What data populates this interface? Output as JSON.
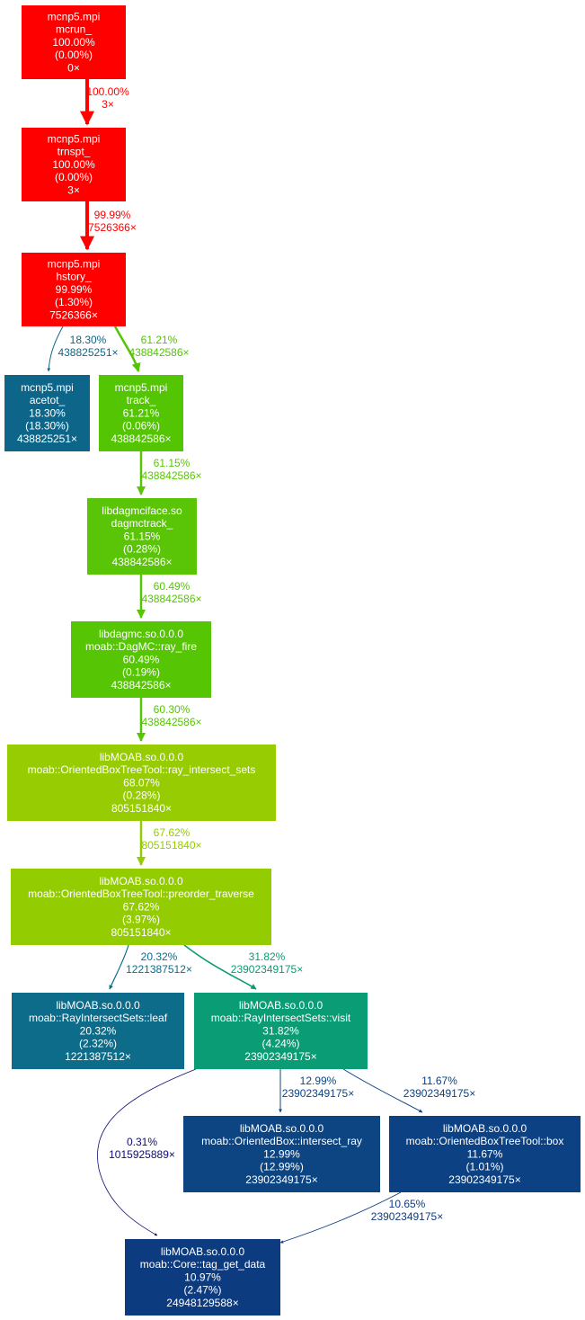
{
  "nodes": [
    {
      "id": "n_mcrun",
      "color": "#ff0000",
      "lines": [
        "mcnp5.mpi",
        "mcrun_",
        "100.00%",
        "(0.00%)",
        "0×"
      ]
    },
    {
      "id": "n_trnspt",
      "color": "#ff0000",
      "lines": [
        "mcnp5.mpi",
        "trnspt_",
        "100.00%",
        "(0.00%)",
        "3×"
      ]
    },
    {
      "id": "n_hstory",
      "color": "#ff0000",
      "lines": [
        "mcnp5.mpi",
        "hstory_",
        "99.99%",
        "(1.30%)",
        "7526366×"
      ]
    },
    {
      "id": "n_acetot",
      "color": "#0d6689",
      "lines": [
        "mcnp5.mpi",
        "acetot_",
        "18.30%",
        "(18.30%)",
        "438825251×"
      ]
    },
    {
      "id": "n_track",
      "color": "#53c503",
      "lines": [
        "mcnp5.mpi",
        "track_",
        "61.21%",
        "(0.06%)",
        "438842586×"
      ]
    },
    {
      "id": "n_dagmctrack",
      "color": "#5ac506",
      "lines": [
        "libdagmciface.so",
        "dagmctrack_",
        "61.15%",
        "(0.28%)",
        "438842586×"
      ]
    },
    {
      "id": "n_rayfire",
      "color": "#56c504",
      "lines": [
        "libdagmc.so.0.0.0",
        "moab::DagMC::ray_fire",
        "60.49%",
        "(0.19%)",
        "438842586×"
      ]
    },
    {
      "id": "n_rayisect",
      "color": "#96cc01",
      "lines": [
        "libMOAB.so.0.0.0",
        "moab::OrientedBoxTreeTool::ray_intersect_sets",
        "68.07%",
        "(0.28%)",
        "805151840×"
      ]
    },
    {
      "id": "n_preorder",
      "color": "#94cc02",
      "lines": [
        "libMOAB.so.0.0.0",
        "moab::OrientedBoxTreeTool::preorder_traverse",
        "67.62%",
        "(3.97%)",
        "805151840×"
      ]
    },
    {
      "id": "n_leaf",
      "color": "#0d6c89",
      "lines": [
        "libMOAB.so.0.0.0",
        "moab::RayIntersectSets::leaf",
        "20.32%",
        "(2.32%)",
        "1221387512×"
      ]
    },
    {
      "id": "n_visit",
      "color": "#0a9c75",
      "lines": [
        "libMOAB.so.0.0.0",
        "moab::RayIntersectSets::visit",
        "31.82%",
        "(4.24%)",
        "23902349175×"
      ]
    },
    {
      "id": "n_isectray",
      "color": "#0c4582",
      "lines": [
        "libMOAB.so.0.0.0",
        "moab::OrientedBox::intersect_ray",
        "12.99%",
        "(12.99%)",
        "23902349175×"
      ]
    },
    {
      "id": "n_box",
      "color": "#0c4183",
      "lines": [
        "libMOAB.so.0.0.0",
        "moab::OrientedBoxTreeTool::box",
        "11.67%",
        "(1.01%)",
        "23902349175×"
      ]
    },
    {
      "id": "n_tagdata",
      "color": "#0d3b80",
      "lines": [
        "libMOAB.so.0.0.0",
        "moab::Core::tag_get_data",
        "10.97%",
        "(2.47%)",
        "24948129588×"
      ]
    }
  ],
  "edges": [
    {
      "from": "n_mcrun",
      "to": "n_trnspt",
      "color": "#ff0000",
      "width": 4,
      "labels": [
        "100.00%",
        "3×"
      ]
    },
    {
      "from": "n_trnspt",
      "to": "n_hstory",
      "color": "#ff0000",
      "width": 4,
      "labels": [
        "99.99%",
        "7526366×"
      ]
    },
    {
      "from": "n_hstory",
      "to": "n_acetot",
      "color": "#0d6689",
      "width": 1,
      "labels": [
        "18.30%",
        "438825251×"
      ]
    },
    {
      "from": "n_hstory",
      "to": "n_track",
      "color": "#53c503",
      "width": 2.5,
      "labels": [
        "61.21%",
        "438842586×"
      ]
    },
    {
      "from": "n_track",
      "to": "n_dagmctrack",
      "color": "#5ac506",
      "width": 2.5,
      "labels": [
        "61.15%",
        "438842586×"
      ]
    },
    {
      "from": "n_dagmctrack",
      "to": "n_rayfire",
      "color": "#56c504",
      "width": 2.5,
      "labels": [
        "60.49%",
        "438842586×"
      ]
    },
    {
      "from": "n_rayfire",
      "to": "n_rayisect",
      "color": "#56c504",
      "width": 2.5,
      "labels": [
        "60.30%",
        "438842586×"
      ]
    },
    {
      "from": "n_rayisect",
      "to": "n_preorder",
      "color": "#94cc02",
      "width": 2.5,
      "labels": [
        "67.62%",
        "805151840×"
      ]
    },
    {
      "from": "n_preorder",
      "to": "n_leaf",
      "color": "#0d6c89",
      "width": 1.2,
      "labels": [
        "20.32%",
        "1221387512×"
      ]
    },
    {
      "from": "n_preorder",
      "to": "n_visit",
      "color": "#0a9c75",
      "width": 1.6,
      "labels": [
        "31.82%",
        "23902349175×"
      ]
    },
    {
      "from": "n_visit",
      "to": "n_isectray",
      "color": "#0c4582",
      "width": 1,
      "labels": [
        "12.99%",
        "23902349175×"
      ]
    },
    {
      "from": "n_visit",
      "to": "n_box",
      "color": "#0c4183",
      "width": 1,
      "labels": [
        "11.67%",
        "23902349175×"
      ]
    },
    {
      "from": "n_visit",
      "to": "n_tagdata",
      "color": "#0d0d73",
      "width": 0.8,
      "labels": [
        "0.31%",
        "1015925889×"
      ]
    },
    {
      "from": "n_box",
      "to": "n_tagdata",
      "color": "#0d3b80",
      "width": 0.9,
      "labels": [
        "10.65%",
        "23902349175×"
      ]
    }
  ]
}
